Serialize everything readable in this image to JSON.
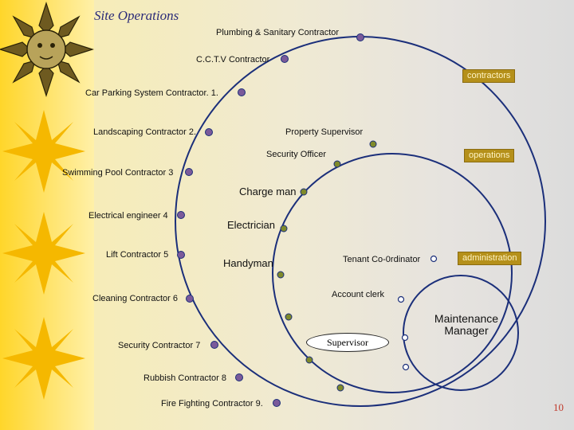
{
  "title": "Site Operations",
  "labels": {
    "plumbing": "Plumbing & Sanitary Contractor",
    "cctv": "C.C.T.V Contractor",
    "car_parking": "Car Parking System Contractor. 1.",
    "landscaping": "Landscaping Contractor 2.",
    "property_supervisor": "Property Supervisor",
    "security_officer": "Security Officer",
    "swimming_pool": "Swimming Pool Contractor 3",
    "charge_man": "Charge man",
    "electrical_engineer": "Electrical engineer 4",
    "electrician": "Electrician",
    "lift": "Lift Contractor 5",
    "handyman": "Handyman",
    "tenant": "Tenant Co-0rdinator",
    "cleaning": "Cleaning Contractor 6",
    "account_clerk": "Account clerk",
    "maintenance_manager": "Maintenance Manager",
    "supervisor": "Supervisor",
    "security_contractor": "Security Contractor 7",
    "rubbish": "Rubbish Contractor 8",
    "fire_fighting": "Fire Fighting Contractor 9."
  },
  "tags": {
    "contractors": "contractors",
    "operations": "operations",
    "administration": "administration"
  },
  "page_number": "10",
  "colors": {
    "circle_stroke": "#1b2f7a",
    "outer_node": "#7a5a9a",
    "middle_node": "#7f8a2a",
    "inner_node": "#ffffff",
    "tag_bg": "#b5901a",
    "title_color": "#2b2b78",
    "sun_fill": "#f5b800"
  },
  "icons": [
    "sun-face-icon",
    "sun-icon"
  ]
}
